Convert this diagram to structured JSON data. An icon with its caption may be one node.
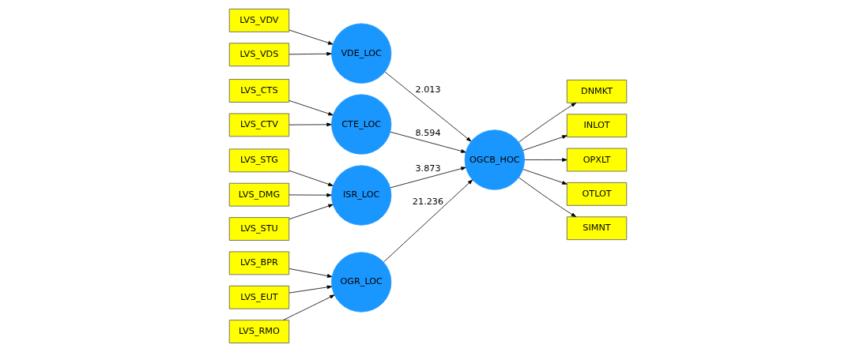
{
  "diagram": {
    "nodes": [
      {
        "text": [
          "DNMKT"
        ]
      },
      {
        "text": [
          "INLOT"
        ]
      },
      {
        "text": [
          "OPXLT"
        ]
      },
      {
        "text": [
          "OTLOT"
        ]
      },
      {
        "text": [
          "SIMNT"
        ]
      },
      {
        "text": [
          "LVS_VDV"
        ]
      },
      {
        "text": [
          "LVS_VDS"
        ]
      },
      {
        "text": [
          "VDE_LOC"
        ]
      },
      {
        "text": [
          "OGCB_HOC"
        ]
      },
      {
        "text": [
          "CTE_LOC"
        ]
      },
      {
        "text": [
          "LVS_CTS"
        ]
      },
      {
        "text": [
          "LVS_CTV"
        ]
      },
      {
        "text": [
          "LVS_STG"
        ]
      },
      {
        "text": [
          "LVS_DMG"
        ]
      },
      {
        "text": [
          "LVS_STU"
        ]
      },
      {
        "text": [
          "ISR_LOC"
        ]
      },
      {
        "text": [
          "LVS_BPR"
        ]
      },
      {
        "text": [
          "LVS_EUT"
        ]
      },
      {
        "text": [
          "LVS_RMO"
        ]
      },
      {
        "text": [
          "OGR_LOC"
        ]
      }
    ],
    "edges": [
      {
        "from": 8,
        "to": 0,
        "arrow": "to"
      },
      {
        "from": 8,
        "to": 1,
        "arrow": "to"
      },
      {
        "from": 8,
        "to": 2,
        "arrow": "to"
      },
      {
        "from": 8,
        "to": 3,
        "arrow": "to"
      },
      {
        "from": 8,
        "to": 4,
        "arrow": "to"
      },
      {
        "from": 5,
        "to": 7,
        "arrow": "to"
      },
      {
        "from": 6,
        "to": 7,
        "arrow": "to"
      },
      {
        "from": 7,
        "to": 8,
        "arrow": "to",
        "label": "2.013"
      },
      {
        "from": 9,
        "to": 8,
        "arrow": "to",
        "label": "8.594"
      },
      {
        "from": 10,
        "to": 9,
        "arrow": "to"
      },
      {
        "from": 11,
        "to": 9,
        "arrow": "to"
      },
      {
        "from": 15,
        "to": 8,
        "arrow": "to",
        "label": "3.873"
      },
      {
        "from": 19,
        "to": 8,
        "arrow": "to",
        "label": "21.236"
      },
      {
        "from": 12,
        "to": 15,
        "arrow": "to"
      },
      {
        "from": 13,
        "to": 15,
        "arrow": "to"
      },
      {
        "from": 14,
        "to": 15,
        "arrow": "to"
      },
      {
        "from": 16,
        "to": 19,
        "arrow": "to"
      },
      {
        "from": 17,
        "to": 19,
        "arrow": "to"
      },
      {
        "from": 18,
        "to": 19,
        "arrow": "to"
      }
    ]
  }
}
